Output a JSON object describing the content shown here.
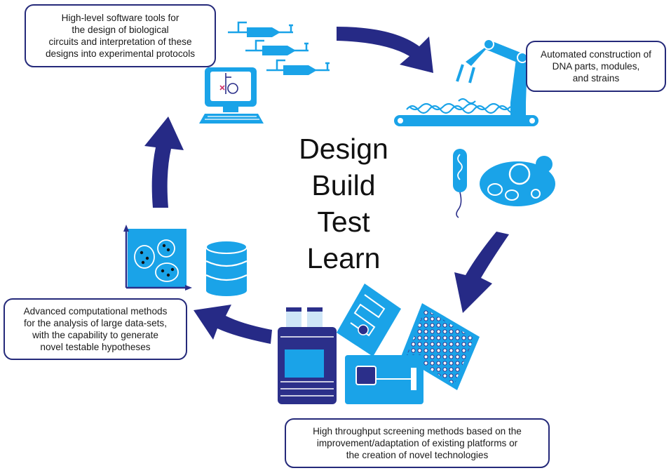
{
  "center_words": [
    "Design",
    "Build",
    "Test",
    "Learn"
  ],
  "callouts": {
    "design": [
      "High-level software tools for",
      "the design of biological",
      "circuits and interpretation of these",
      "designs into experimental protocols"
    ],
    "build": [
      "Automated construction of",
      "DNA parts, modules,",
      "and strains"
    ],
    "learn": [
      "Advanced computational methods",
      "for the analysis of large data-sets,",
      "with the capability to generate",
      "novel testable hypotheses"
    ],
    "test": [
      "High throughput screening methods based on the",
      "improvement/adaptation of existing platforms or",
      "the creation of novel technologies"
    ]
  },
  "colors": {
    "navy": "#252a7a",
    "cyan": "#1aa3e8",
    "dark_blue": "#2b2f8a",
    "arrow": "#262a86",
    "outline": "#252a7a"
  },
  "icons": [
    "gene-circuit-icon",
    "computer-icon",
    "robot-arm-icon",
    "bacterium-icon",
    "yeast-cell-icon",
    "microfluidic-chip-icon",
    "well-plate-icon",
    "lab-instrument-icon",
    "cell-sorter-icon",
    "scatter-plot-icon",
    "database-icon"
  ]
}
